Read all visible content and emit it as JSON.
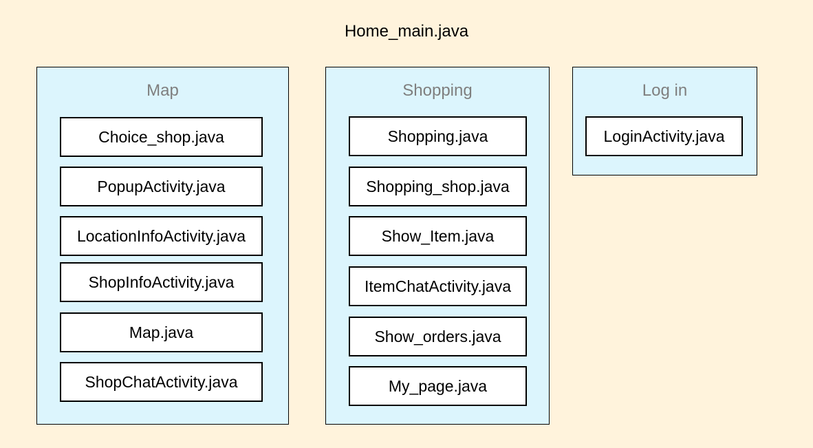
{
  "title": "Home_main.java",
  "groups": {
    "map": {
      "title": "Map",
      "files": [
        "Choice_shop.java",
        "PopupActivity.java",
        "LocationInfoActivity.java",
        "ShopInfoActivity.java",
        "Map.java",
        "ShopChatActivity.java"
      ]
    },
    "shopping": {
      "title": "Shopping",
      "files": [
        "Shopping.java",
        "Shopping_shop.java",
        "Show_Item.java",
        "ItemChatActivity.java",
        "Show_orders.java",
        "My_page.java"
      ]
    },
    "login": {
      "title": "Log in",
      "files": [
        "LoginActivity.java"
      ]
    }
  },
  "colors": {
    "background": "#fff3dc",
    "group_fill": "#dcf5fd",
    "group_title": "#7f7f7f",
    "file_fill": "#ffffff",
    "border": "#000000"
  }
}
